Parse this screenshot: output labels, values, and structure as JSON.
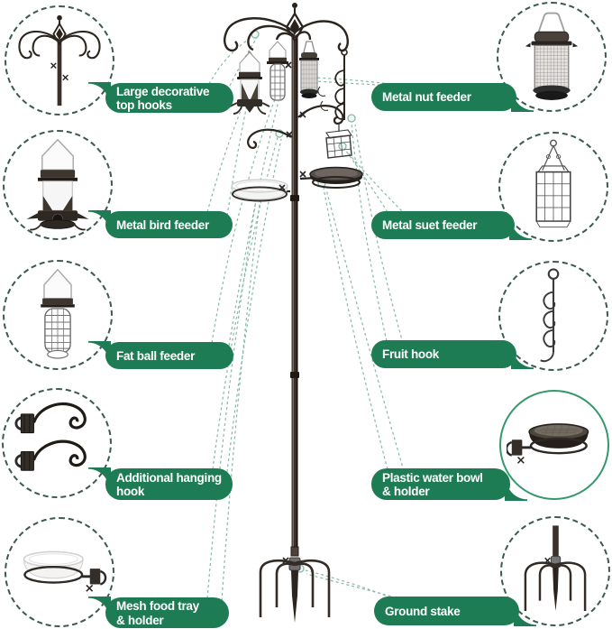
{
  "meta": {
    "type": "product-infographic",
    "subject": "Bird feeding station parts and accessories diagram"
  },
  "colors": {
    "banner_green": "#1e7c55",
    "circle_dashed_border": "#3d5a4f",
    "circle_solid_border": "#35986b",
    "leader_line": "#8ab7a8",
    "pole_dark_brown": "#39302a",
    "label_text": "#ffffff",
    "background": "#ffffff"
  },
  "callouts": {
    "left": [
      {
        "label": "Large decorative top hooks",
        "lines": [
          "Large decorative",
          "top hooks"
        ],
        "icon": "decorative-top-hooks"
      },
      {
        "label": "Metal bird feeder",
        "lines": [
          "Metal bird feeder"
        ],
        "icon": "metal-bird-feeder"
      },
      {
        "label": "Fat ball feeder",
        "lines": [
          "Fat ball feeder"
        ],
        "icon": "fat-ball-feeder"
      },
      {
        "label": "Additional hanging hook",
        "lines": [
          "Additional hanging",
          "hook"
        ],
        "icon": "hanging-hooks"
      },
      {
        "label": "Mesh food tray & holder",
        "lines": [
          "Mesh food tray",
          "& holder"
        ],
        "icon": "mesh-food-tray"
      }
    ],
    "right": [
      {
        "label": "Metal nut feeder",
        "lines": [
          "Metal nut feeder"
        ],
        "icon": "metal-nut-feeder"
      },
      {
        "label": "Metal suet feeder",
        "lines": [
          "Metal suet feeder"
        ],
        "icon": "metal-suet-feeder"
      },
      {
        "label": "Fruit hook",
        "lines": [
          "Fruit hook"
        ],
        "icon": "fruit-hook"
      },
      {
        "label": "Plastic water bowl & holder",
        "lines": [
          "Plastic water bowl",
          "& holder"
        ],
        "icon": "water-bowl-holder"
      },
      {
        "label": "Ground stake",
        "lines": [
          "Ground stake"
        ],
        "icon": "ground-stake"
      }
    ]
  }
}
